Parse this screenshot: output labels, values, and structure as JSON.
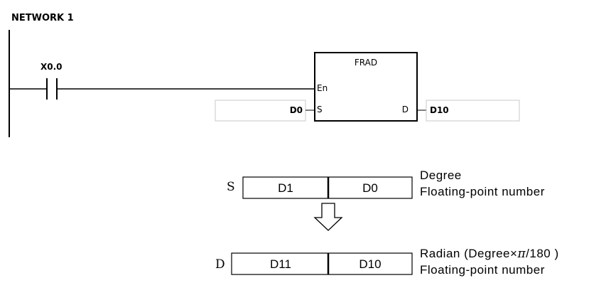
{
  "ladder": {
    "network_label": "NETWORK 1",
    "contact_label": "X0.0",
    "instruction": {
      "name": "FRAD",
      "en_pin": "En",
      "s_pin": "S",
      "d_pin": "D",
      "s_operand": "D0",
      "d_operand": "D10"
    }
  },
  "register_diagram": {
    "source": {
      "label": "S",
      "cells": [
        "D1",
        "D0"
      ],
      "desc_line1": "Degree",
      "desc_line2": "Floating-point number"
    },
    "destination": {
      "label": "D",
      "cells": [
        "D11",
        "D10"
      ],
      "desc_line1_prefix": "Radian (Degree×",
      "desc_line1_pi": "π",
      "desc_line1_suffix": "/180 )",
      "desc_line2": "Floating-point number"
    }
  }
}
